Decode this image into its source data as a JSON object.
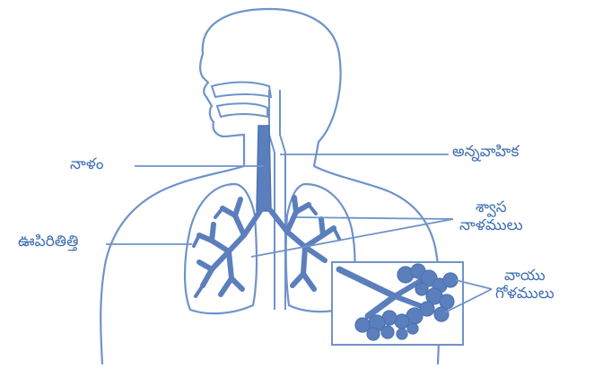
{
  "labels": {
    "trachea": "నాళం",
    "esophagus": "అన్నవాహిక",
    "lungs": "ఊపిరితిత్తి",
    "bronchi_line1": "శ్వాస",
    "bronchi_line2": "నాళములు",
    "alveoli_line1": "వాయు",
    "alveoli_line2": "గోళములు"
  },
  "colors": {
    "outline": "#6f93c9",
    "fill": "#5b7fbd",
    "leader": "#6f93c9",
    "text": "#3f6fb2"
  }
}
